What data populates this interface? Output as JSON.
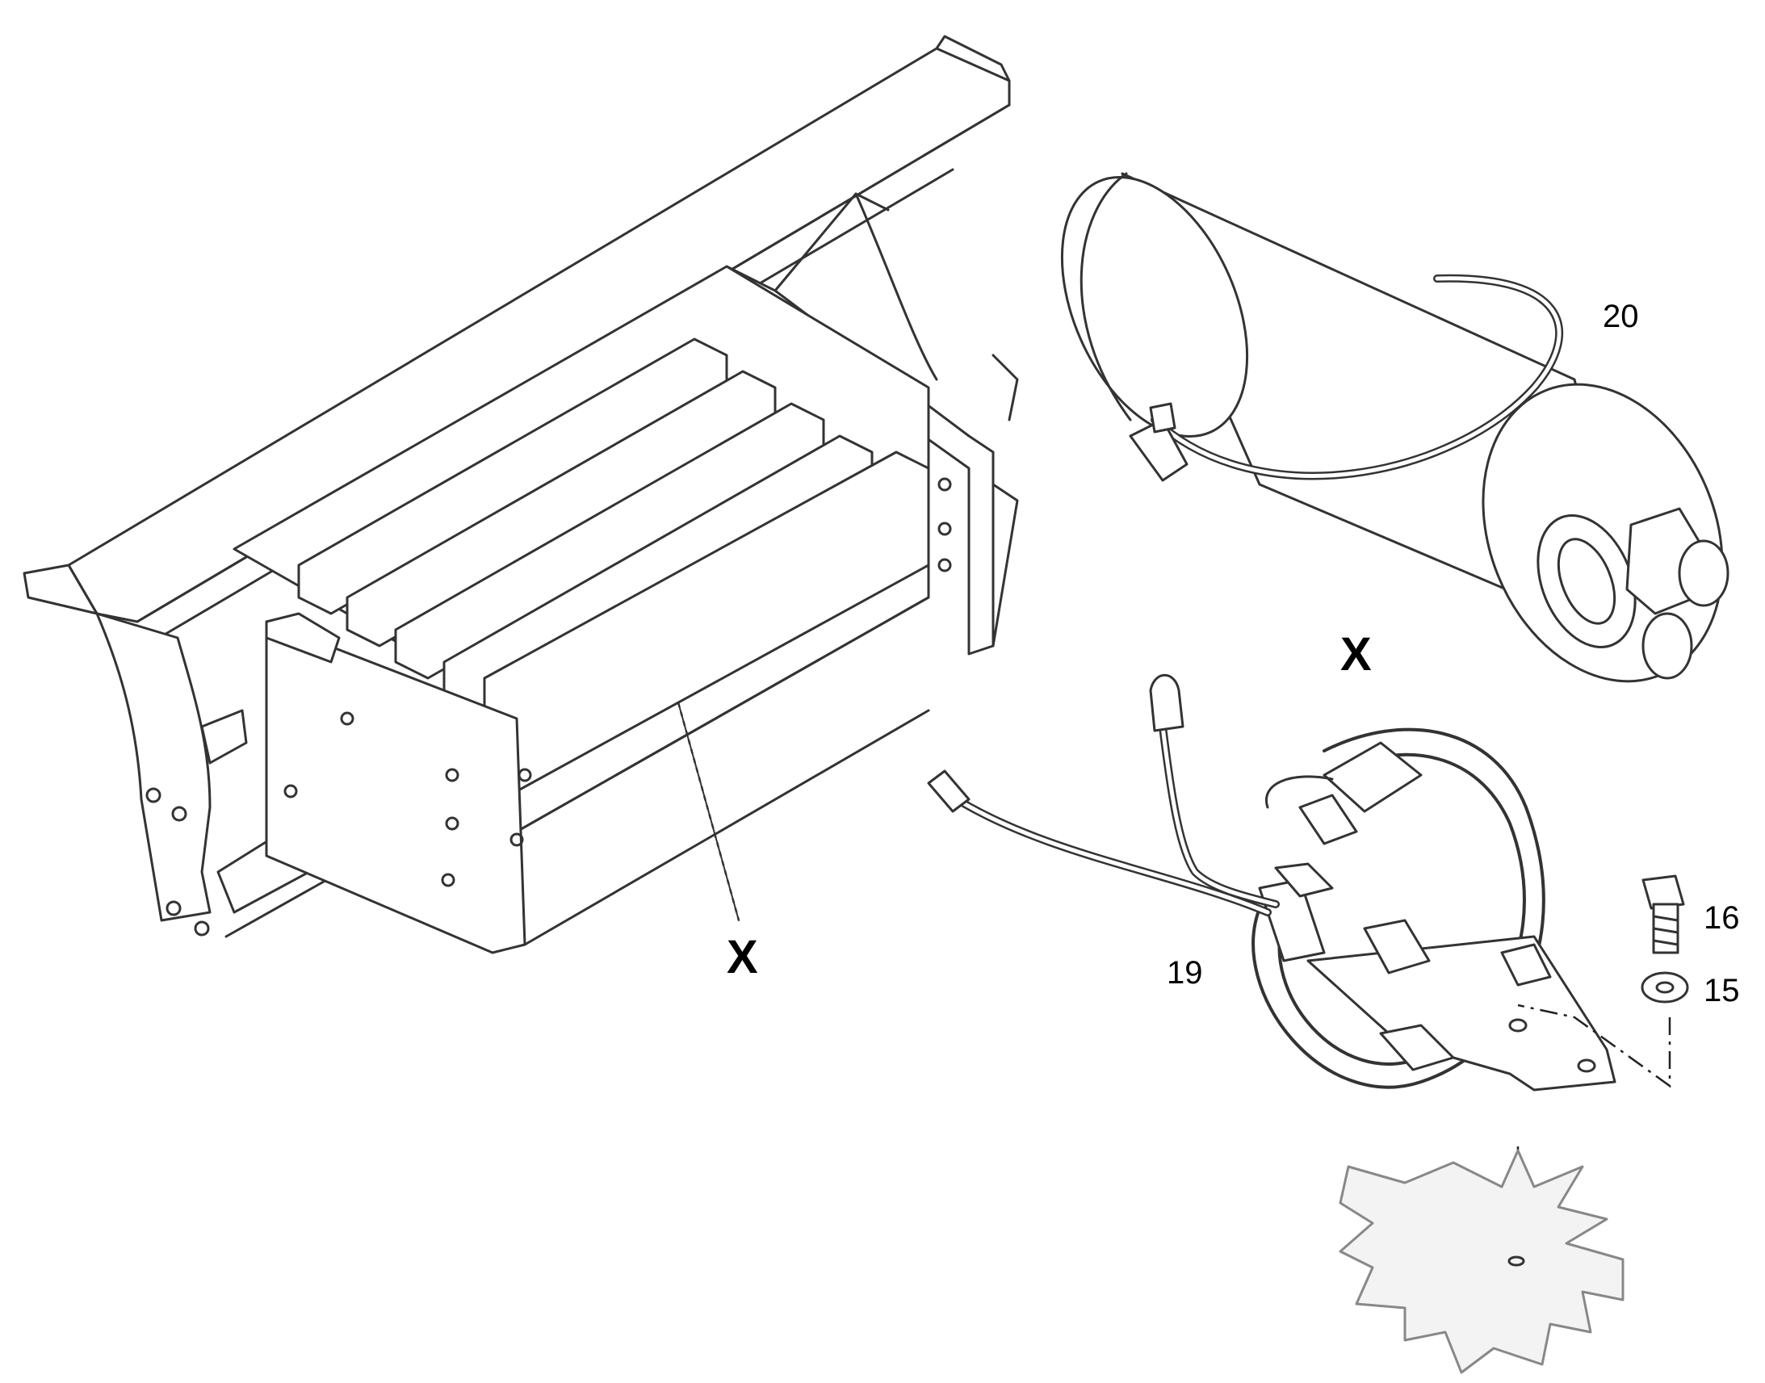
{
  "callouts": {
    "frame_x": "X",
    "tank_x": "X",
    "p20": "20",
    "p19": "19",
    "p16": "16",
    "p15": "15"
  },
  "colors": {
    "line": "#333333",
    "mesh": "#888888",
    "base_plate": "#f3f3f3"
  },
  "icons": [
    "step-mesh-pattern",
    "bolt-icon",
    "washer-icon"
  ]
}
